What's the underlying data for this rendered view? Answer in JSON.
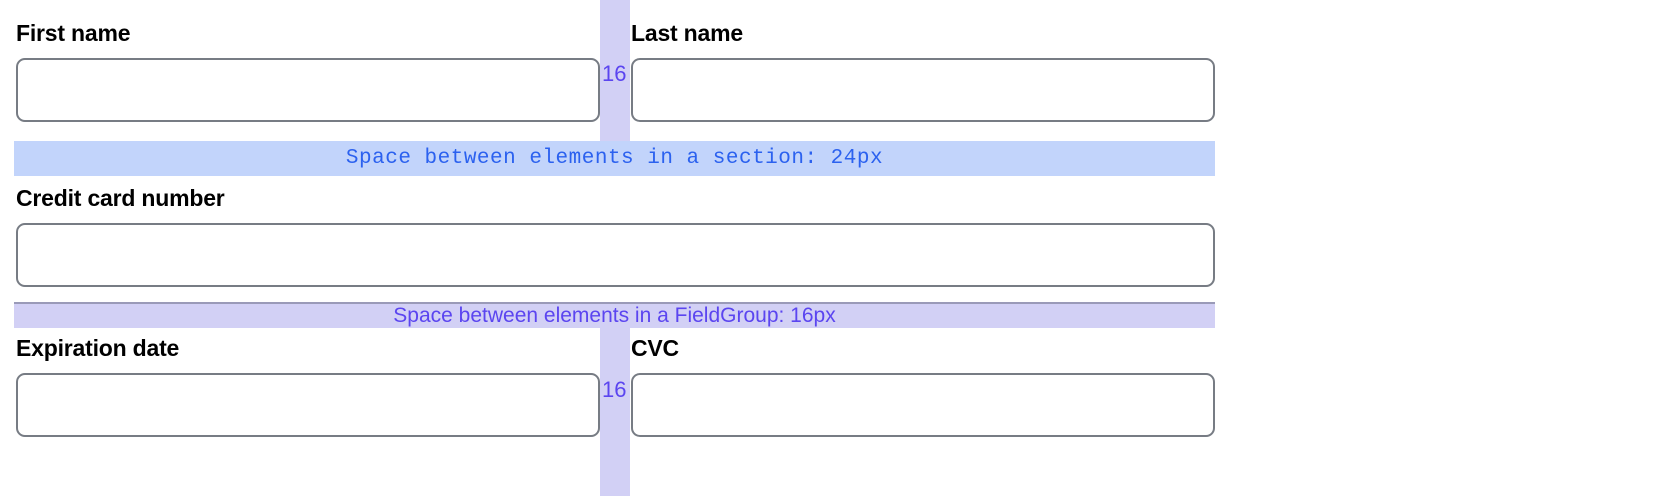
{
  "form": {
    "fields": [
      {
        "id": "first-name",
        "label": "First name",
        "value": "",
        "placeholder": ""
      },
      {
        "id": "last-name",
        "label": "Last name",
        "value": "",
        "placeholder": ""
      },
      {
        "id": "credit-card-number",
        "label": "Credit card number",
        "value": "",
        "placeholder": ""
      },
      {
        "id": "expiration-date",
        "label": "Expiration date",
        "value": "",
        "placeholder": ""
      },
      {
        "id": "cvc",
        "label": "CVC",
        "value": "",
        "placeholder": ""
      }
    ]
  },
  "annotations": {
    "column_gaps": [
      {
        "id": "name-row-gap",
        "label": "16"
      },
      {
        "id": "card-row-gap",
        "label": "16"
      }
    ],
    "row_bars": [
      {
        "id": "section-gap",
        "text": "Space between elements in a section: 24px",
        "color": "#c2d4fb",
        "text_color": "#2b61ef"
      },
      {
        "id": "fieldgroup-gap",
        "text": "Space between elements in a FieldGroup: 16px",
        "color": "#d2d0f5",
        "text_color": "#5b45f0"
      }
    ]
  },
  "colors": {
    "section_bar": "#c2d4fb",
    "fieldgroup_bar": "#d2d0f5",
    "gap_column": "#d2d0f5",
    "annotation_blue": "#2b61ef",
    "annotation_purple": "#5b45f0",
    "input_border": "#777c84",
    "page_background": "#ffffff"
  }
}
